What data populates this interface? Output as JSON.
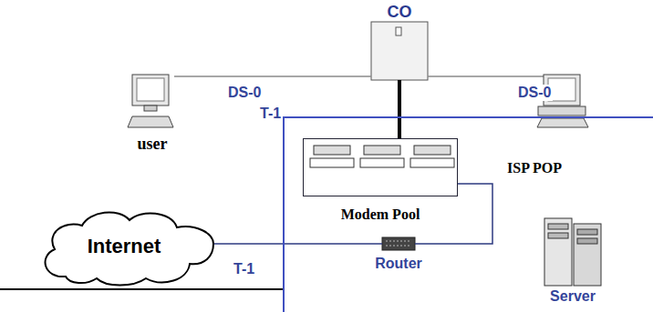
{
  "diagram": {
    "nodes": [
      {
        "text": [
          "CO"
        ]
      },
      {
        "text": [
          "user"
        ]
      },
      {
        "text": [
          "ISP POP"
        ]
      },
      {
        "text": [
          "Modem Pool"
        ],
        "in": 2
      },
      {
        "text": [
          "Router"
        ],
        "in": 2
      },
      {
        "text": [
          "Server"
        ],
        "in": 2
      },
      {
        "text": [
          "Internet"
        ]
      }
    ],
    "edges": [
      {
        "from": 1,
        "to": 0,
        "label": "DS-0",
        "arrow": "none"
      },
      {
        "from": 0,
        "to": 3,
        "label": "T-1",
        "arrow": "none"
      },
      {
        "from": 6,
        "to": 4,
        "label": "T-1",
        "arrow": "none"
      },
      {
        "from": 3,
        "to": 4,
        "arrow": "none"
      }
    ],
    "labels": [
      "DS-0"
    ]
  }
}
